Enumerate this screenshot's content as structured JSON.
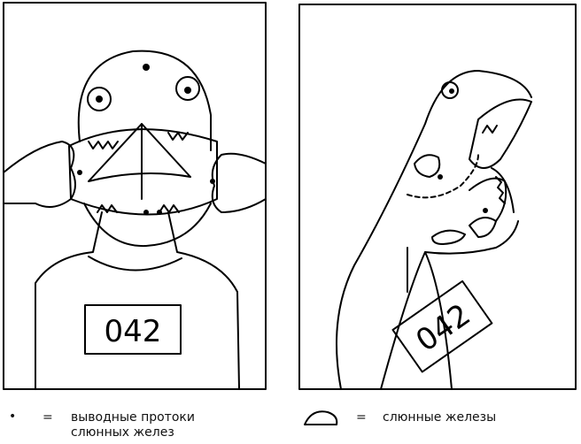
{
  "left_panel": {
    "tag_number": "042"
  },
  "right_panel": {
    "tag_number": "042"
  },
  "legend": {
    "duct_symbol": "•",
    "duct_equals": "=",
    "duct_label_line1": "выводные протоки",
    "duct_label_line2": "слюнных желез",
    "gland_equals": "=",
    "gland_label": "слюнные железы"
  }
}
